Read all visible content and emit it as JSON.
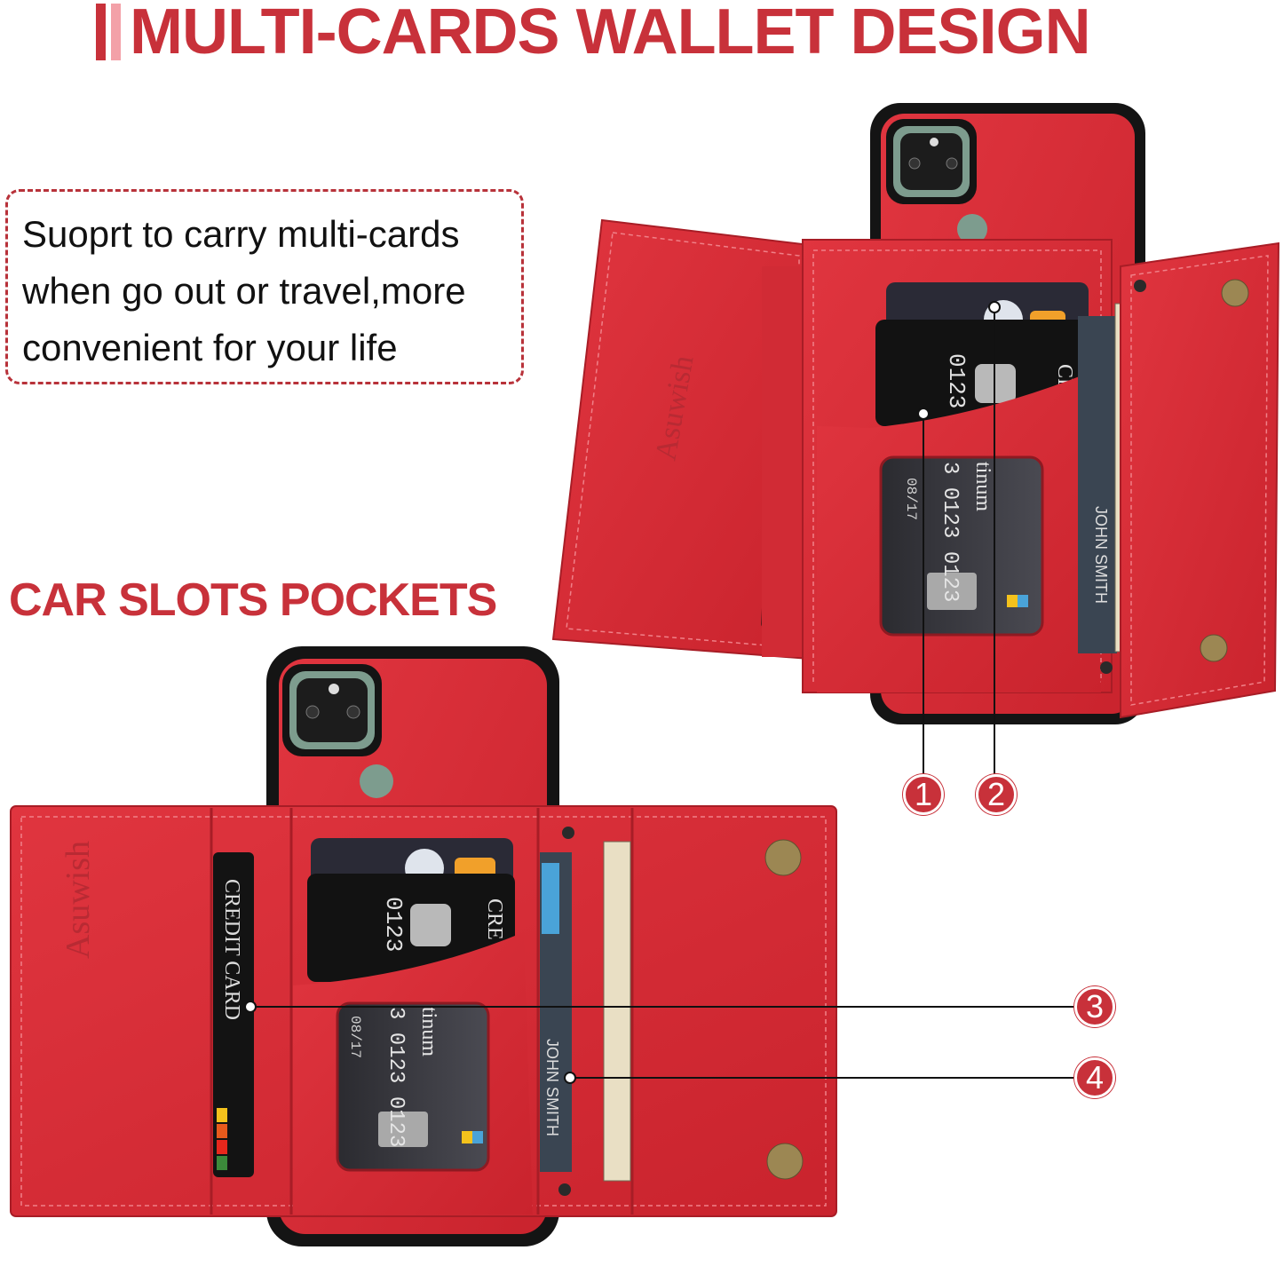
{
  "header": {
    "title": "MULTI-CARDS WALLET DESIGN"
  },
  "note": {
    "lines": [
      "Suoprt to carry multi-cards",
      "when go out or travel,more",
      "convenient for your life"
    ]
  },
  "section": {
    "subtitle": "CAR SLOTS  POCKETS"
  },
  "callouts": [
    "1",
    "2",
    "3",
    "4"
  ],
  "brand": "Asuwish",
  "card_prints": {
    "credit_card": "CREDIT CARD",
    "card_number_a": "0123",
    "card_number_b": "3 0123 0123",
    "platinum": "tinum",
    "expiry": "08/17",
    "holder": "JOHN SMITH",
    "cr": "CR",
    "cre": "CRE"
  },
  "colors": {
    "accent": "#c8313a",
    "accent_light": "#f3a1a8",
    "leather": "#d9303a",
    "leather_dark": "#a81d26",
    "case_black": "#141414"
  }
}
